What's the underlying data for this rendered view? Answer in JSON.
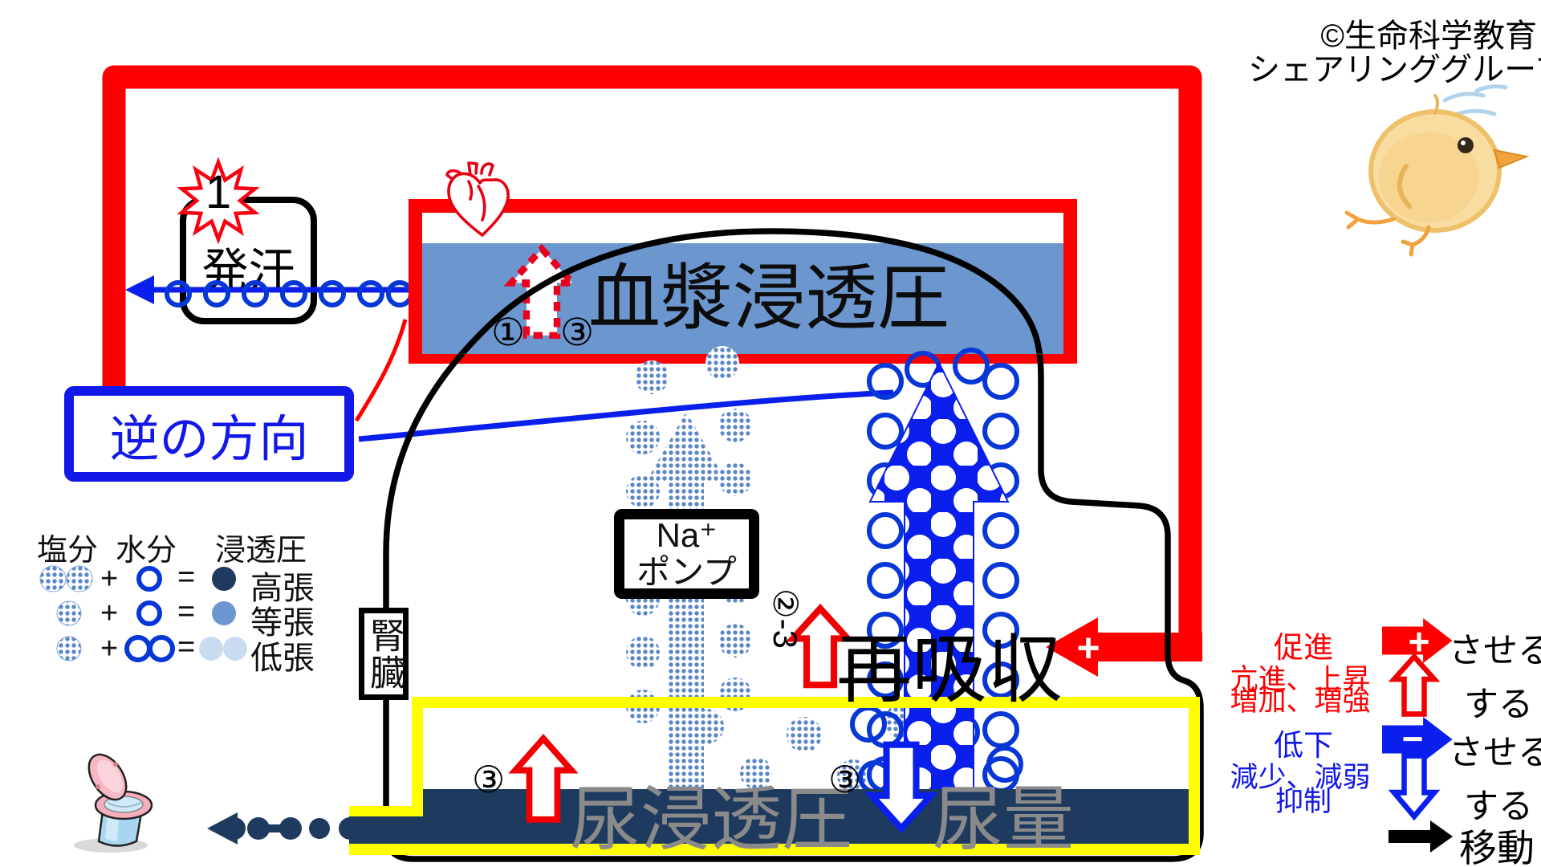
{
  "copyright": {
    "line1": "©生命科学教育",
    "line2": "シェアリンググループ"
  },
  "burst": {
    "label": "1"
  },
  "sweat_box": {
    "label": "発汗"
  },
  "blood": {
    "title": "血漿浸透圧",
    "num_left": "①",
    "num_right": "③"
  },
  "reverse": {
    "label": "逆の方向"
  },
  "legend_left": {
    "col_salt": "塩分",
    "col_water": "水分",
    "col_osmo": "浸透圧",
    "rows": [
      {
        "plus": "+",
        "equals": "=",
        "label": "高張"
      },
      {
        "plus": "+",
        "equals": "=",
        "label": "等張"
      },
      {
        "plus": "+",
        "equals": "=",
        "label": "低張"
      }
    ]
  },
  "kidney": {
    "label": "腎臓"
  },
  "pump": {
    "line1": "Na⁺",
    "line2": "ポンプ"
  },
  "reab": {
    "number": "②-3",
    "title": "再吸収",
    "plus": "+"
  },
  "urine": {
    "osmo_num": "③",
    "osmo_label": "尿浸透圧",
    "vol_num": "③",
    "vol_label": "尿量"
  },
  "legend_right": {
    "promote1": "促進",
    "promote2": "亢進、上昇",
    "promote3": "増加、増強",
    "suppress1": "低下",
    "suppress2": "減少、減弱",
    "suppress3": "抑制",
    "causative_red": "させる",
    "plain_red": "する",
    "causative_blue": "させる",
    "plain_blue": "する",
    "move": "移動",
    "plus": "+",
    "minus": "−"
  },
  "colors": {
    "red": "#FF0000",
    "heart_red": "#E60012",
    "vivid_blue": "#0B1FEC",
    "ring_blue": "#0837D8",
    "navy": "#1E3A5E",
    "medium_blue": "#6C96CE",
    "light_blue": "#C9DBF0",
    "halftone_blue": "#5B87C9",
    "yellow": "#FFFF00",
    "gray_text": "#8A8A8A"
  }
}
